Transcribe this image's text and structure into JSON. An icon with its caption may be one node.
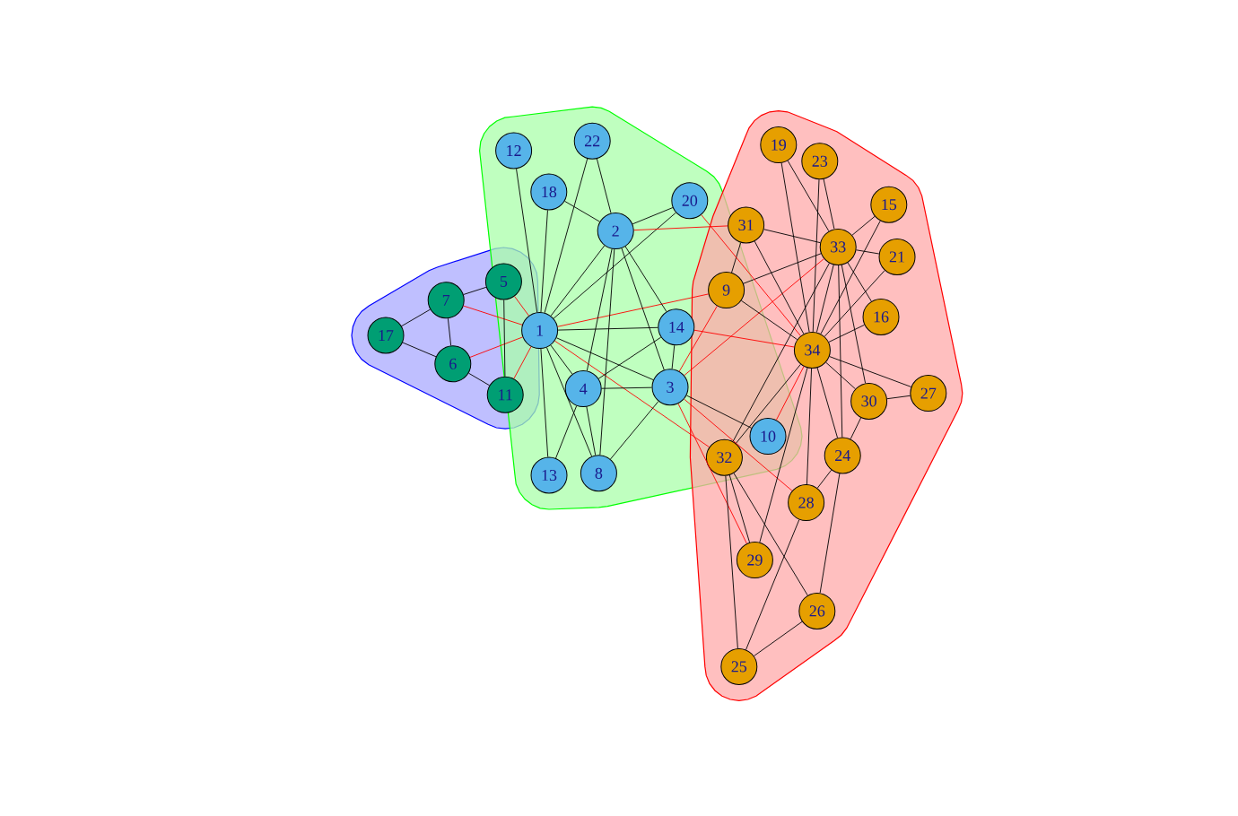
{
  "diagram": {
    "nodes": [
      {
        "text": [
          "1"
        ]
      },
      {
        "text": [
          "2"
        ]
      },
      {
        "text": [
          "3"
        ]
      },
      {
        "text": [
          "4"
        ]
      },
      {
        "text": [
          "5"
        ]
      },
      {
        "text": [
          "6"
        ]
      },
      {
        "text": [
          "7"
        ]
      },
      {
        "text": [
          "8"
        ]
      },
      {
        "text": [
          "9"
        ]
      },
      {
        "text": [
          "10"
        ]
      },
      {
        "text": [
          "11"
        ]
      },
      {
        "text": [
          "12"
        ]
      },
      {
        "text": [
          "13"
        ]
      },
      {
        "text": [
          "14"
        ]
      },
      {
        "text": [
          "15"
        ]
      },
      {
        "text": [
          "16"
        ]
      },
      {
        "text": [
          "17"
        ]
      },
      {
        "text": [
          "18"
        ]
      },
      {
        "text": [
          "19"
        ]
      },
      {
        "text": [
          "20"
        ]
      },
      {
        "text": [
          "21"
        ]
      },
      {
        "text": [
          "22"
        ]
      },
      {
        "text": [
          "23"
        ]
      },
      {
        "text": [
          "24"
        ]
      },
      {
        "text": [
          "25"
        ]
      },
      {
        "text": [
          "26"
        ]
      },
      {
        "text": [
          "27"
        ]
      },
      {
        "text": [
          "28"
        ]
      },
      {
        "text": [
          "29"
        ]
      },
      {
        "text": [
          "30"
        ]
      },
      {
        "text": [
          "31"
        ]
      },
      {
        "text": [
          "32"
        ]
      },
      {
        "text": [
          "33"
        ]
      },
      {
        "text": [
          "34"
        ]
      }
    ],
    "edges": [
      {
        "from": 0,
        "to": 1,
        "arrow": "none"
      },
      {
        "from": 0,
        "to": 2,
        "arrow": "none"
      },
      {
        "from": 0,
        "to": 3,
        "arrow": "none"
      },
      {
        "from": 0,
        "to": 4,
        "arrow": "none",
        "color": "#ff0000"
      },
      {
        "from": 0,
        "to": 5,
        "arrow": "none",
        "color": "#ff0000"
      },
      {
        "from": 0,
        "to": 6,
        "arrow": "none",
        "color": "#ff0000"
      },
      {
        "from": 0,
        "to": 7,
        "arrow": "none"
      },
      {
        "from": 0,
        "to": 8,
        "arrow": "none",
        "color": "#ff0000"
      },
      {
        "from": 0,
        "to": 10,
        "arrow": "none",
        "color": "#ff0000"
      },
      {
        "from": 0,
        "to": 11,
        "arrow": "none"
      },
      {
        "from": 0,
        "to": 12,
        "arrow": "none"
      },
      {
        "from": 0,
        "to": 13,
        "arrow": "none"
      },
      {
        "from": 0,
        "to": 17,
        "arrow": "none"
      },
      {
        "from": 0,
        "to": 19,
        "arrow": "none"
      },
      {
        "from": 0,
        "to": 21,
        "arrow": "none"
      },
      {
        "from": 0,
        "to": 31,
        "arrow": "none",
        "color": "#ff0000"
      },
      {
        "from": 1,
        "to": 2,
        "arrow": "none"
      },
      {
        "from": 1,
        "to": 3,
        "arrow": "none"
      },
      {
        "from": 1,
        "to": 7,
        "arrow": "none"
      },
      {
        "from": 1,
        "to": 13,
        "arrow": "none"
      },
      {
        "from": 1,
        "to": 17,
        "arrow": "none"
      },
      {
        "from": 1,
        "to": 19,
        "arrow": "none"
      },
      {
        "from": 1,
        "to": 21,
        "arrow": "none"
      },
      {
        "from": 1,
        "to": 30,
        "arrow": "none",
        "color": "#ff0000"
      },
      {
        "from": 2,
        "to": 3,
        "arrow": "none"
      },
      {
        "from": 2,
        "to": 7,
        "arrow": "none"
      },
      {
        "from": 2,
        "to": 8,
        "arrow": "none",
        "color": "#ff0000"
      },
      {
        "from": 2,
        "to": 9,
        "arrow": "none"
      },
      {
        "from": 2,
        "to": 13,
        "arrow": "none"
      },
      {
        "from": 2,
        "to": 27,
        "arrow": "none",
        "color": "#ff0000"
      },
      {
        "from": 2,
        "to": 28,
        "arrow": "none",
        "color": "#ff0000"
      },
      {
        "from": 2,
        "to": 32,
        "arrow": "none",
        "color": "#ff0000"
      },
      {
        "from": 3,
        "to": 7,
        "arrow": "none"
      },
      {
        "from": 3,
        "to": 12,
        "arrow": "none"
      },
      {
        "from": 3,
        "to": 13,
        "arrow": "none"
      },
      {
        "from": 4,
        "to": 6,
        "arrow": "none"
      },
      {
        "from": 4,
        "to": 10,
        "arrow": "none"
      },
      {
        "from": 5,
        "to": 6,
        "arrow": "none"
      },
      {
        "from": 5,
        "to": 10,
        "arrow": "none"
      },
      {
        "from": 5,
        "to": 16,
        "arrow": "none"
      },
      {
        "from": 6,
        "to": 16,
        "arrow": "none"
      },
      {
        "from": 8,
        "to": 30,
        "arrow": "none"
      },
      {
        "from": 8,
        "to": 32,
        "arrow": "none"
      },
      {
        "from": 8,
        "to": 33,
        "arrow": "none"
      },
      {
        "from": 9,
        "to": 33,
        "arrow": "none",
        "color": "#ff0000"
      },
      {
        "from": 13,
        "to": 33,
        "arrow": "none",
        "color": "#ff0000"
      },
      {
        "from": 14,
        "to": 32,
        "arrow": "none"
      },
      {
        "from": 14,
        "to": 33,
        "arrow": "none"
      },
      {
        "from": 15,
        "to": 32,
        "arrow": "none"
      },
      {
        "from": 15,
        "to": 33,
        "arrow": "none"
      },
      {
        "from": 18,
        "to": 32,
        "arrow": "none"
      },
      {
        "from": 18,
        "to": 33,
        "arrow": "none"
      },
      {
        "from": 19,
        "to": 33,
        "arrow": "none",
        "color": "#ff0000"
      },
      {
        "from": 20,
        "to": 32,
        "arrow": "none"
      },
      {
        "from": 20,
        "to": 33,
        "arrow": "none"
      },
      {
        "from": 22,
        "to": 32,
        "arrow": "none"
      },
      {
        "from": 22,
        "to": 33,
        "arrow": "none"
      },
      {
        "from": 23,
        "to": 25,
        "arrow": "none"
      },
      {
        "from": 23,
        "to": 27,
        "arrow": "none"
      },
      {
        "from": 23,
        "to": 29,
        "arrow": "none"
      },
      {
        "from": 23,
        "to": 32,
        "arrow": "none"
      },
      {
        "from": 23,
        "to": 33,
        "arrow": "none"
      },
      {
        "from": 24,
        "to": 25,
        "arrow": "none"
      },
      {
        "from": 24,
        "to": 27,
        "arrow": "none"
      },
      {
        "from": 24,
        "to": 31,
        "arrow": "none"
      },
      {
        "from": 25,
        "to": 31,
        "arrow": "none"
      },
      {
        "from": 26,
        "to": 29,
        "arrow": "none"
      },
      {
        "from": 26,
        "to": 33,
        "arrow": "none"
      },
      {
        "from": 27,
        "to": 33,
        "arrow": "none"
      },
      {
        "from": 28,
        "to": 31,
        "arrow": "none"
      },
      {
        "from": 28,
        "to": 33,
        "arrow": "none"
      },
      {
        "from": 29,
        "to": 32,
        "arrow": "none"
      },
      {
        "from": 29,
        "to": 33,
        "arrow": "none"
      },
      {
        "from": 30,
        "to": 32,
        "arrow": "none"
      },
      {
        "from": 30,
        "to": 33,
        "arrow": "none"
      },
      {
        "from": 31,
        "to": 32,
        "arrow": "none"
      },
      {
        "from": 31,
        "to": 33,
        "arrow": "none"
      },
      {
        "from": 32,
        "to": 33,
        "arrow": "none"
      }
    ]
  }
}
